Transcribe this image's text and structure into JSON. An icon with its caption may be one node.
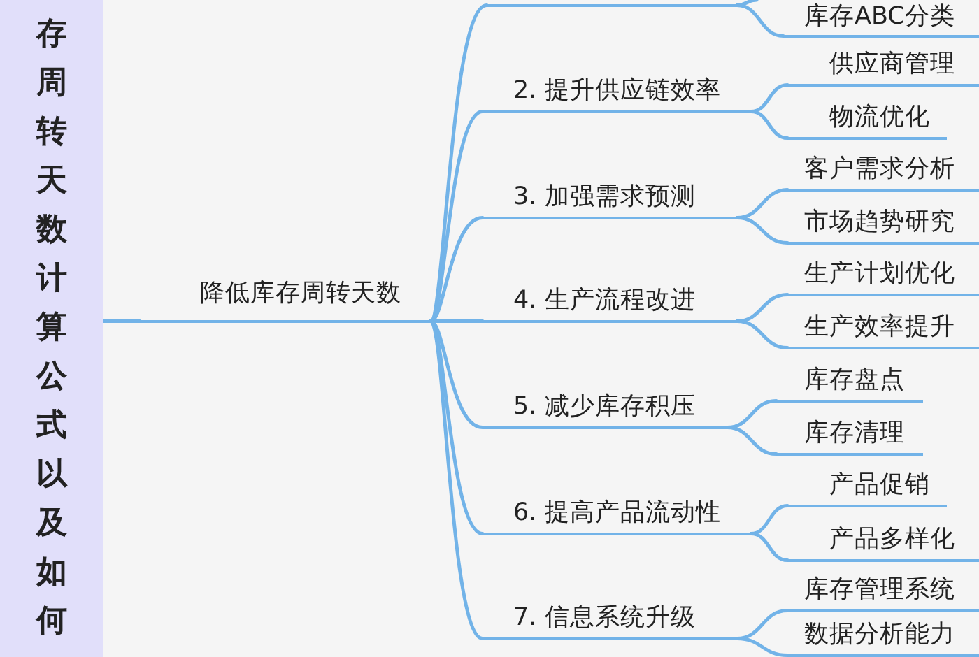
{
  "diagram": {
    "nodes": [
      {
        "text": [
          "存周转天数计算公式以及如何"
        ]
      },
      {
        "text": [
          "降低库存周转天数"
        ]
      },
      {
        "text": [],
        "shape": "line"
      },
      {
        "text": [
          "库存ABC分类"
        ]
      },
      {
        "text": [
          "2. 提升供应链效率"
        ]
      },
      {
        "text": [
          "供应商管理"
        ]
      },
      {
        "text": [
          "物流优化"
        ]
      },
      {
        "text": [
          "3. 加强需求预测"
        ]
      },
      {
        "text": [
          "客户需求分析"
        ]
      },
      {
        "text": [
          "市场趋势研究"
        ]
      },
      {
        "text": [
          "4. 生产流程改进"
        ]
      },
      {
        "text": [
          "生产计划优化"
        ]
      },
      {
        "text": [
          "生产效率提升"
        ]
      },
      {
        "text": [
          "5. 减少库存积压"
        ]
      },
      {
        "text": [
          "库存盘点"
        ]
      },
      {
        "text": [
          "库存清理"
        ]
      },
      {
        "text": [
          "6. 提高产品流动性"
        ]
      },
      {
        "text": [
          "产品促销"
        ]
      },
      {
        "text": [
          "产品多样化"
        ]
      },
      {
        "text": [
          "7. 信息系统升级"
        ]
      },
      {
        "text": [
          "库存管理系统"
        ]
      },
      {
        "text": [
          "数据分析能力"
        ]
      }
    ],
    "edges": [
      {
        "from": 0,
        "to": 1,
        "arrow": "none"
      },
      {
        "from": 1,
        "to": 2,
        "arrow": "none"
      },
      {
        "from": 2,
        "to": null,
        "arrow": "none"
      },
      {
        "from": 2,
        "to": 3,
        "arrow": "none"
      },
      {
        "from": 1,
        "to": 4,
        "arrow": "none"
      },
      {
        "from": 4,
        "to": 5,
        "arrow": "none"
      },
      {
        "from": 4,
        "to": 6,
        "arrow": "none"
      },
      {
        "from": 1,
        "to": 7,
        "arrow": "none"
      },
      {
        "from": 7,
        "to": 8,
        "arrow": "none"
      },
      {
        "from": 7,
        "to": 9,
        "arrow": "none"
      },
      {
        "from": 1,
        "to": 10,
        "arrow": "none"
      },
      {
        "from": 10,
        "to": 11,
        "arrow": "none"
      },
      {
        "from": 10,
        "to": 12,
        "arrow": "none"
      },
      {
        "from": 1,
        "to": 13,
        "arrow": "none"
      },
      {
        "from": 13,
        "to": 14,
        "arrow": "none"
      },
      {
        "from": 13,
        "to": 15,
        "arrow": "none"
      },
      {
        "from": 1,
        "to": 16,
        "arrow": "none"
      },
      {
        "from": 16,
        "to": 17,
        "arrow": "none"
      },
      {
        "from": 16,
        "to": 18,
        "arrow": "none"
      },
      {
        "from": 1,
        "to": 19,
        "arrow": "none"
      },
      {
        "from": 19,
        "to": 20,
        "arrow": "none"
      },
      {
        "from": 19,
        "to": 21,
        "arrow": "none"
      }
    ]
  }
}
